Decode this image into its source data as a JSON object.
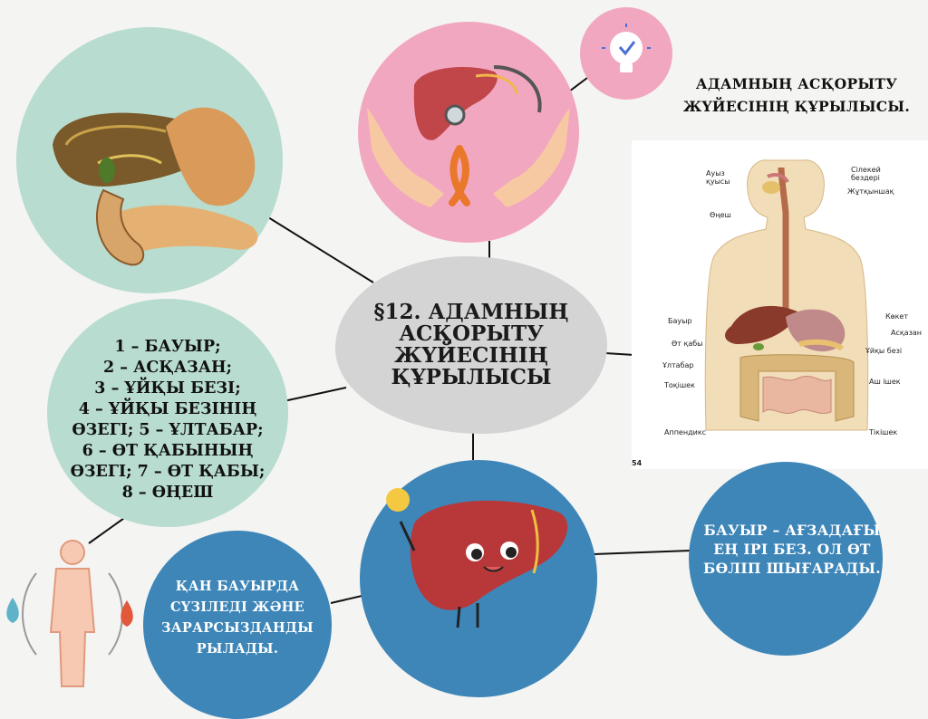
{
  "center": {
    "title": "§12. АДАМНЫҢ АСҚОРЫТУ ЖҮЙЕСІНІҢ ҚҰРЫЛЫСЫ"
  },
  "heading": {
    "line1": "АДАМНЫҢ АСҚОРЫТУ",
    "line2": "ЖҮЙЕСІНІҢ ҚҰРЫЛЫСЫ."
  },
  "parts_list": {
    "lines": [
      "1 – БАУЫР;",
      "2 – АСҚАЗАН;",
      "3 – ҰЙҚЫ БЕЗІ;",
      "4 – ҰЙҚЫ БЕЗІНІҢ",
      "ӨЗЕГІ; 5 – ҰЛТАБАР;",
      "6 – ӨТ ҚАБЫНЫҢ",
      "ӨЗЕГІ; 7 – ӨТ ҚАБЫ;",
      "8 – ӨҢЕШ"
    ]
  },
  "liver_fact": {
    "text": "БАУЫР – АҒЗАДАҒЫ ЕҢ ІРІ БЕЗ. ОЛ ӨТ БӨЛІП ШЫҒАРАДЫ."
  },
  "blood_fact": {
    "text": "ҚАН БАУЫРДА СҮЗІЛЕДІ ЖӘНЕ ЗАРАРСЫЗДАНДЫ РЫЛАДЫ."
  },
  "anatomy_labels": {
    "mouth": "Ауыз қуысы",
    "salivary": "Сілекей бездері",
    "pharynx": "Жұтқыншақ",
    "esophagus": "Өңеш",
    "liver": "Бауыр",
    "spleen": "Көкет",
    "stomach": "Асқазан",
    "gallbladder": "Өт қабы",
    "pancreas": "Ұйқы безі",
    "duodenum": "Ұлтабар",
    "large_intestine": "Тоқішек",
    "small_intestine": "Аш ішек",
    "appendix": "Аппендикс",
    "rectum": "Тікішек",
    "page_number": "54"
  },
  "colors": {
    "mint": "#b8dccf",
    "pink": "#f2a7c0",
    "blue": "#3e86b8",
    "gray": "#d4d4d4",
    "liver_red": "#b8383a"
  }
}
